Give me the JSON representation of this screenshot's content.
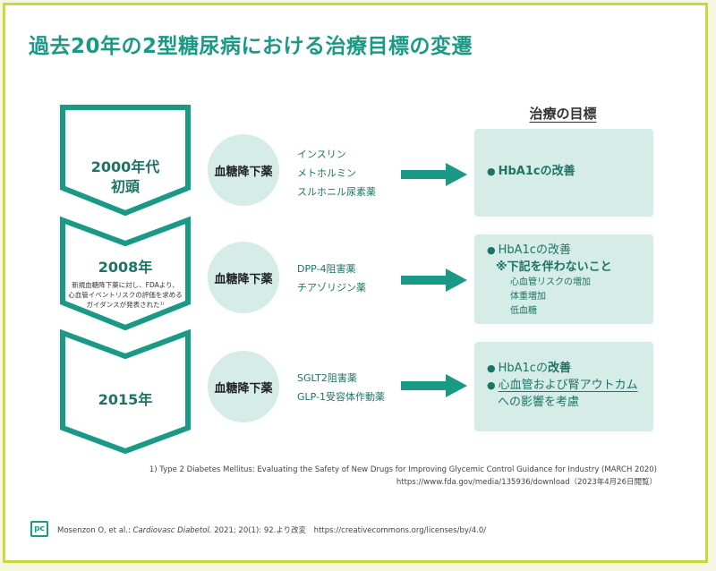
{
  "title": "過去20年の2型糖尿病における治療目標の変遷",
  "column_header": "治療の目標",
  "eras": [
    {
      "year_line1": "2000年代",
      "year_line2": "初頭",
      "note_lines": [],
      "drug_class": "血糖降下薬",
      "drugs": [
        "インスリン",
        "メトホルミン",
        "スルホニル尿素薬"
      ]
    },
    {
      "year_line1": "2008年",
      "year_line2": "",
      "note_lines": [
        "新規血糖降下薬に対し、FDAより、",
        "心血管イベントリスクの評価を求める",
        "ガイダンスが発表された¹⁾"
      ],
      "drug_class": "血糖降下薬",
      "drugs": [
        "DPP-4阻害薬",
        "チアゾリジン薬"
      ]
    },
    {
      "year_line1": "2015年",
      "year_line2": "",
      "note_lines": [],
      "drug_class": "血糖降下薬",
      "drugs": [
        "SGLT2阻害薬",
        "GLP-1受容体作動薬"
      ]
    }
  ],
  "goals": {
    "g1": {
      "bullet": "●",
      "text": "HbA1cの改善"
    },
    "g2": {
      "bullet": "●",
      "text": "HbA1cの改善",
      "sub_head": "※下記を伴わないこと",
      "sub_items": [
        "心血管リスクの増加",
        "体重増加",
        "低血糖"
      ]
    },
    "g3": {
      "bullet": "●",
      "line1_a": "HbA1cの",
      "line1_b": "改善",
      "bullet2": "●",
      "line2": "心血管および腎アウトカム",
      "line3": "への影響を考慮"
    }
  },
  "footnote": {
    "line1": "1) Type 2 Diabetes Mellitus: Evaluating the Safety of New Drugs for Improving Glycemic Control Guidance for Industry (MARCH 2020)",
    "line2": "https://www.fda.gov/media/135936/download（2023年4月26日閲覧）"
  },
  "logo": "pc",
  "citation": {
    "authors": "Mosenzon O, et al.: ",
    "journal": "Cardiovasc Diabetol.",
    "rest": " 2021; 20(1): 92.より改変　https://creativecommons.org/licenses/by/4.0/"
  },
  "colors": {
    "teal": "#1a9a86",
    "light_teal": "#d5ece7",
    "border": "#c8d93b"
  }
}
